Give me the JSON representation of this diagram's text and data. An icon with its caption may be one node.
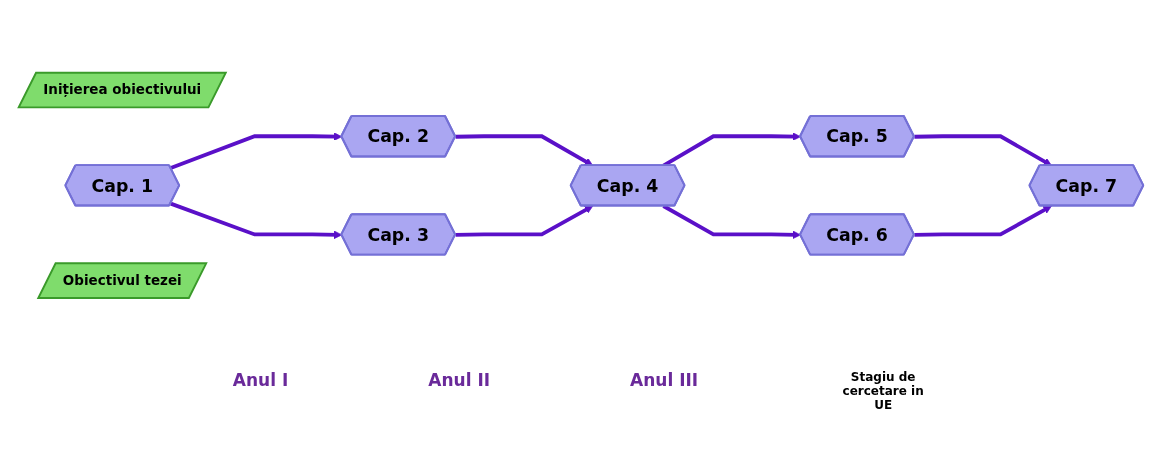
{
  "diagram": {
    "nodes": [
      {
        "text": [
          "Inițierea obiectivului"
        ]
      },
      {
        "text": [
          "Cap. 1"
        ]
      },
      {
        "text": [
          "Cap. 2"
        ]
      },
      {
        "text": [
          "Cap. 3"
        ]
      },
      {
        "text": [
          "Cap. 4"
        ]
      },
      {
        "text": [
          "Cap. 5"
        ]
      },
      {
        "text": [
          "Cap. 6"
        ]
      },
      {
        "text": [
          "Cap. 7"
        ]
      },
      {
        "text": [
          "Obiectivul tezei"
        ]
      }
    ],
    "edges": [
      {
        "from": 1,
        "to": 2,
        "arrow": "to"
      },
      {
        "from": 1,
        "to": 3,
        "arrow": "to"
      },
      {
        "from": 2,
        "to": 4,
        "arrow": "to"
      },
      {
        "from": 3,
        "to": 4,
        "arrow": "to"
      },
      {
        "from": 4,
        "to": 5,
        "arrow": "to"
      },
      {
        "from": 4,
        "to": 6,
        "arrow": "to"
      },
      {
        "from": 5,
        "to": 7,
        "arrow": "to"
      },
      {
        "from": 6,
        "to": 7,
        "arrow": "to"
      }
    ],
    "labels": [
      "Anul I",
      "Anul II",
      "Anul III",
      "Stagiu de cercetare in UE"
    ]
  }
}
